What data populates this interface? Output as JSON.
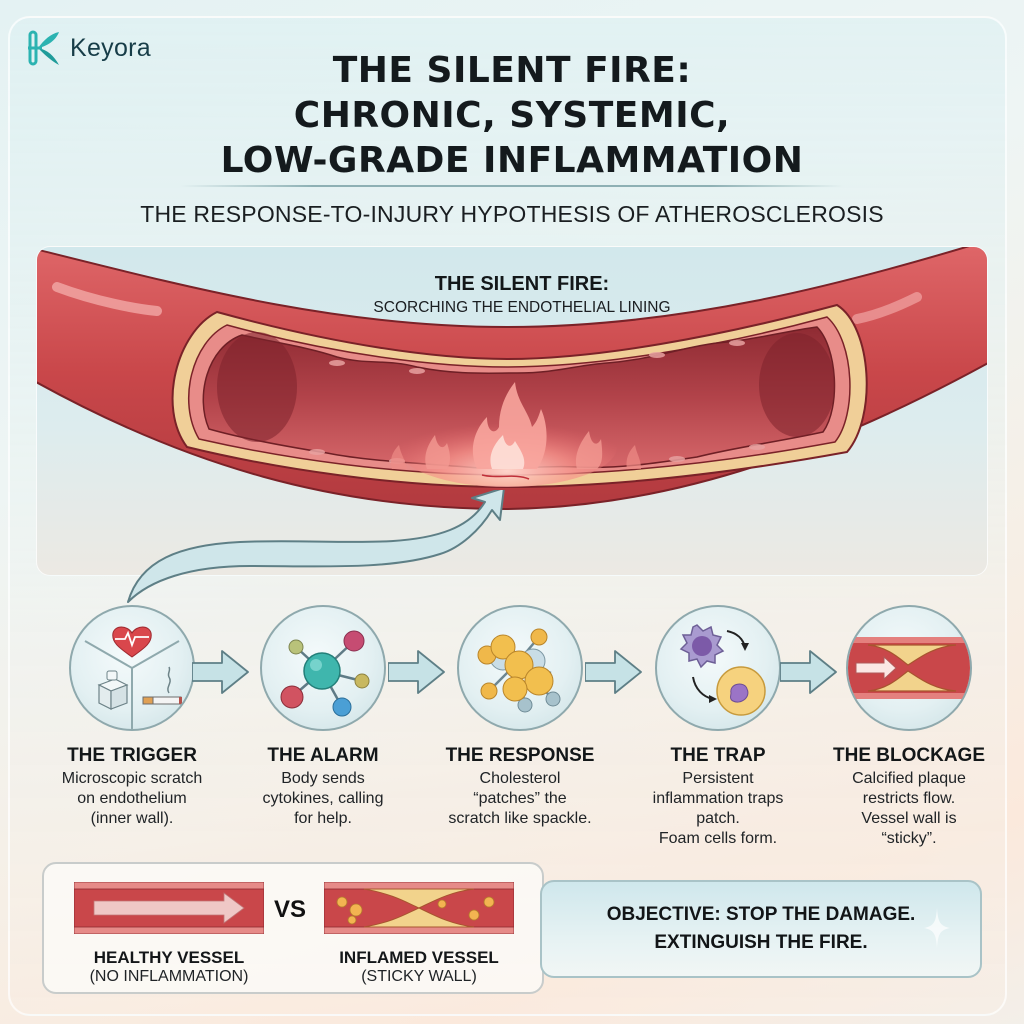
{
  "brand": {
    "name": "Keyora",
    "logo_icon": "k-leaf-icon",
    "color": "#2bb3b1"
  },
  "header": {
    "title_lines": [
      "THE SILENT FIRE:",
      "CHRONIC, SYSTEMIC,",
      "LOW-GRADE INFLAMMATION"
    ],
    "subtitle": "THE RESPONSE-TO-INJURY HYPOTHESIS OF ATHEROSCLEROSIS"
  },
  "vessel_panel": {
    "title": "THE SILENT FIRE:",
    "subtitle": "SCORCHING THE ENDOTHELIAL LINING",
    "illustration": "artery-cross-section-with-fire"
  },
  "steps": [
    {
      "title": "THE TRIGGER",
      "desc_lines": [
        "Microscopic scratch",
        "on endothelium",
        "(inner wall)."
      ],
      "icon": "trigger-icon (heart, sugar cube, cigarette)"
    },
    {
      "title": "THE ALARM",
      "desc_lines": [
        "Body sends",
        "cytokines, calling",
        "for help."
      ],
      "icon": "cytokine-molecule-icon"
    },
    {
      "title": "THE RESPONSE",
      "desc_lines": [
        "Cholesterol",
        "“patches” the",
        "scratch like spackle."
      ],
      "icon": "cholesterol-molecule-icon"
    },
    {
      "title": "THE TRAP",
      "desc_lines": [
        "Persistent",
        "inflammation traps",
        "patch.",
        "Foam cells form."
      ],
      "icon": "foam-cell-icon"
    },
    {
      "title": "THE BLOCKAGE",
      "desc_lines": [
        "Calcified plaque",
        "restricts flow.",
        "Vessel wall is",
        "“sticky”."
      ],
      "icon": "blocked-artery-icon"
    }
  ],
  "comparison": {
    "healthy": {
      "title": "HEALTHY VESSEL",
      "sub": "(NO INFLAMMATION)"
    },
    "vs": "VS",
    "inflamed": {
      "title": "INFLAMED VESSEL",
      "sub": "(STICKY WALL)"
    }
  },
  "objective": {
    "lines": [
      "OBJECTIVE: STOP THE DAMAGE.",
      "EXTINGUISH THE FIRE."
    ]
  },
  "colors": {
    "vessel_red": "#c9474a",
    "vessel_dark": "#8e2a30",
    "fat_yellow": "#f1cf8a",
    "arrow_teal": "#c6e2e6",
    "arrow_stroke": "#5e7f86"
  }
}
